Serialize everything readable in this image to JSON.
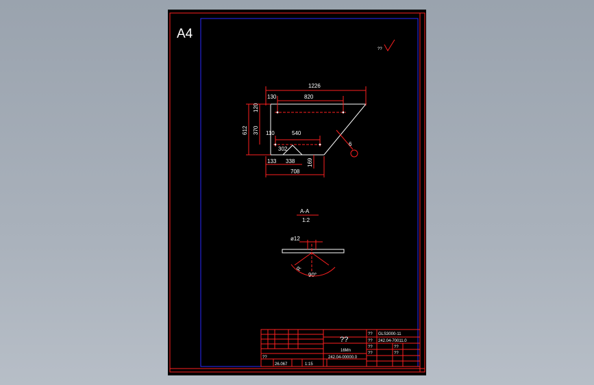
{
  "sheet": {
    "format": "A4",
    "bg": "#000000",
    "frame_color": "#ff2020",
    "inner_color": "#2a2aff",
    "line_color": "#ff2020",
    "text_color": "#ffffff"
  },
  "roughness": {
    "text": "??"
  },
  "plan": {
    "dims": {
      "overall_width": "1226",
      "offset_top": "130",
      "hole_span_top": "820",
      "height_top": "120",
      "height_mid": "370",
      "height_total": "612",
      "offset_low": "110",
      "hole_span_low": "540",
      "notch_left": "302",
      "left_margin": "133",
      "notch_width": "338",
      "notch_height": "169",
      "bottom_width": "708",
      "hole_callout": "6"
    }
  },
  "section": {
    "title": "A-A",
    "scale": "1:2",
    "diameter": "ø12",
    "radius": "R",
    "angle": "90°"
  },
  "title_block": {
    "name": "??",
    "material": "16Mn",
    "drawing_no": "GLS3000-11",
    "part_no": "242.04-70011.0",
    "assembly_no": "242.04-00000.0",
    "weight": "26.067",
    "scale": "1:15",
    "labels": [
      "??",
      "??",
      "??",
      "??",
      "??",
      "??",
      "??"
    ]
  }
}
